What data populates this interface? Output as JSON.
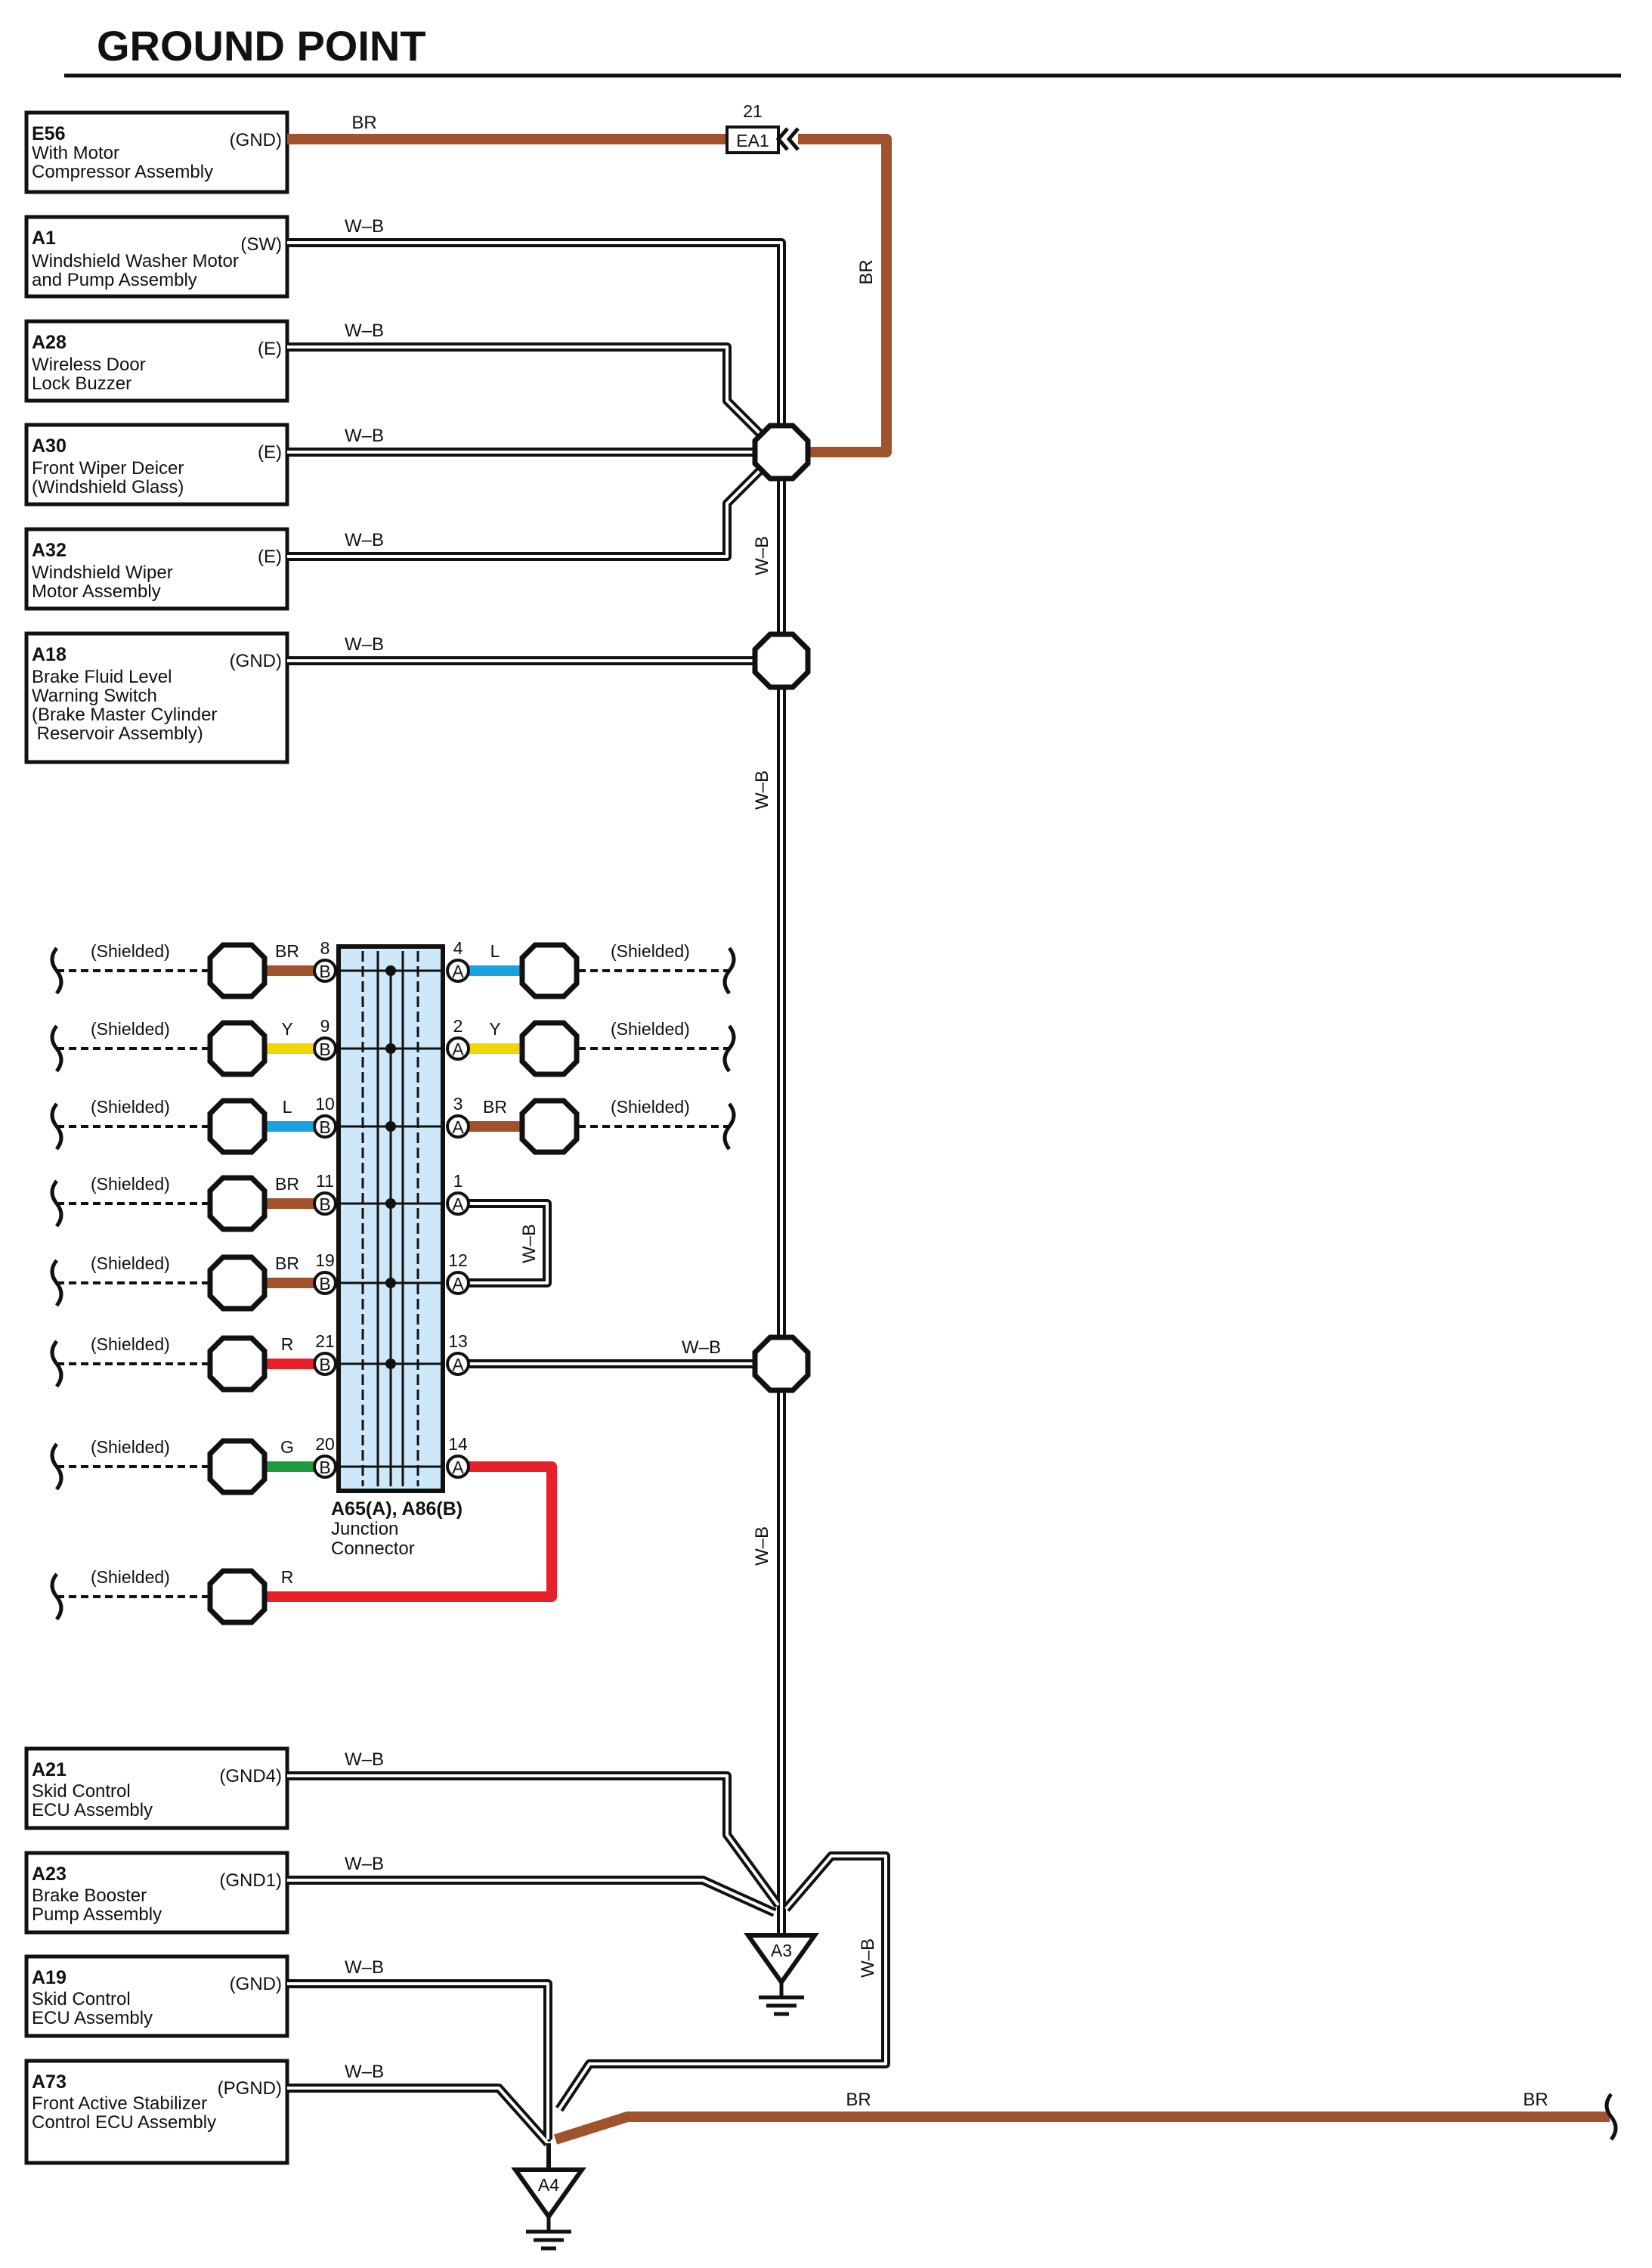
{
  "title": "GROUND POINT",
  "components": [
    {
      "id": "E56",
      "lines": [
        "With Motor",
        "Compressor Assembly"
      ],
      "pin": "(GND)",
      "wire": "BR"
    },
    {
      "id": "A1",
      "lines": [
        "Windshield Washer Motor",
        "and Pump Assembly"
      ],
      "pin": "(SW)",
      "wire": "W–B"
    },
    {
      "id": "A28",
      "lines": [
        "Wireless Door",
        "Lock Buzzer"
      ],
      "pin": "(E)",
      "wire": "W–B"
    },
    {
      "id": "A30",
      "lines": [
        "Front Wiper Deicer",
        "(Windshield Glass)"
      ],
      "pin": "(E)",
      "wire": "W–B"
    },
    {
      "id": "A32",
      "lines": [
        "Windshield Wiper",
        "Motor Assembly"
      ],
      "pin": "(E)",
      "wire": "W–B"
    },
    {
      "id": "A18",
      "lines": [
        "Brake Fluid Level",
        "Warning Switch",
        "(Brake Master Cylinder",
        " Reservoir Assembly)"
      ],
      "pin": "(GND)",
      "wire": "W–B"
    },
    {
      "id": "A21",
      "lines": [
        "Skid Control",
        "ECU Assembly"
      ],
      "pin": "(GND4)",
      "wire": "W–B"
    },
    {
      "id": "A23",
      "lines": [
        "Brake Booster",
        "Pump Assembly"
      ],
      "pin": "(GND1)",
      "wire": "W–B"
    },
    {
      "id": "A19",
      "lines": [
        "Skid Control",
        "ECU Assembly"
      ],
      "pin": "(GND)",
      "wire": "W–B"
    },
    {
      "id": "A73",
      "lines": [
        "Front Active Stabilizer",
        "Control ECU Assembly"
      ],
      "pin": "(PGND)",
      "wire": "W–B"
    }
  ],
  "connector_ea1": {
    "label": "EA1",
    "pin": "21"
  },
  "trunk_labels": {
    "br_vertical": "BR",
    "wb_1": "W–B",
    "wb_2": "W–B",
    "wb_3": "W–B",
    "wb_a3_a4": "W–B",
    "a13_wire": "W–B",
    "loop": "W–B",
    "bottom_br_1": "BR",
    "bottom_br_2": "BR"
  },
  "junction": {
    "title": "A65(A), A86(B)",
    "lines": [
      "Junction",
      "Connector"
    ]
  },
  "junction_left": [
    {
      "pin": "8",
      "letter": "B",
      "color": "BR",
      "shield": "(Shielded)"
    },
    {
      "pin": "9",
      "letter": "B",
      "color": "Y",
      "shield": "(Shielded)"
    },
    {
      "pin": "10",
      "letter": "B",
      "color": "L",
      "shield": "(Shielded)"
    },
    {
      "pin": "11",
      "letter": "B",
      "color": "BR",
      "shield": "(Shielded)"
    },
    {
      "pin": "19",
      "letter": "B",
      "color": "BR",
      "shield": "(Shielded)"
    },
    {
      "pin": "21",
      "letter": "B",
      "color": "R",
      "shield": "(Shielded)"
    },
    {
      "pin": "20",
      "letter": "B",
      "color": "G",
      "shield": "(Shielded)"
    }
  ],
  "junction_right": [
    {
      "pin": "4",
      "letter": "A",
      "color": "L",
      "shield": "(Shielded)"
    },
    {
      "pin": "2",
      "letter": "A",
      "color": "Y",
      "shield": "(Shielded)"
    },
    {
      "pin": "3",
      "letter": "A",
      "color": "BR",
      "shield": "(Shielded)"
    },
    {
      "pin": "1",
      "letter": "A"
    },
    {
      "pin": "12",
      "letter": "A"
    },
    {
      "pin": "13",
      "letter": "A"
    },
    {
      "pin": "14",
      "letter": "A"
    }
  ],
  "extra_shield": {
    "shield": "(Shielded)",
    "color": "R"
  },
  "grounds": [
    {
      "label": "A3"
    },
    {
      "label": "A4"
    }
  ],
  "colors": {
    "BR": "#a0522d",
    "Y": "#f2d600",
    "L": "#1aa3e0",
    "R": "#e8202a",
    "G": "#1f9b3f",
    "connector_fill": "#cde8f8"
  }
}
